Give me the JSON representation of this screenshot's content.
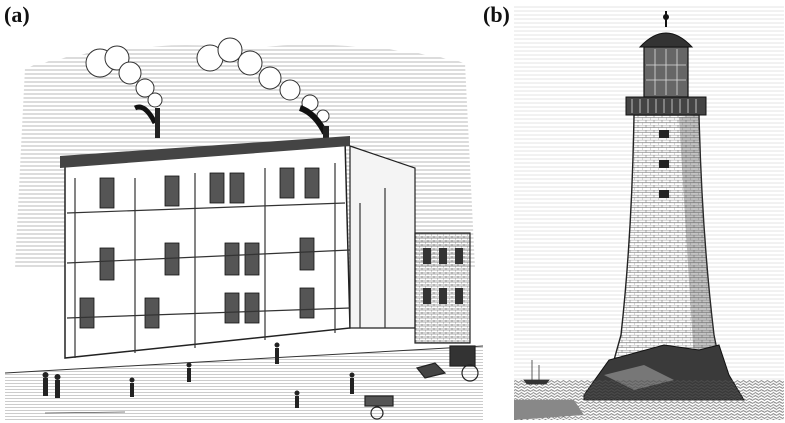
{
  "figure": {
    "panels": [
      {
        "label": "(a)",
        "subject": "engraving-of-factory-building-with-smokestacks"
      },
      {
        "label": "(b)",
        "subject": "engraving-of-stone-lighthouse-on-rocks"
      }
    ],
    "colors": {
      "ink": "#1a1a1a",
      "paper": "#ffffff",
      "mid": "#6b6b6b",
      "light": "#d9d9d9"
    }
  }
}
